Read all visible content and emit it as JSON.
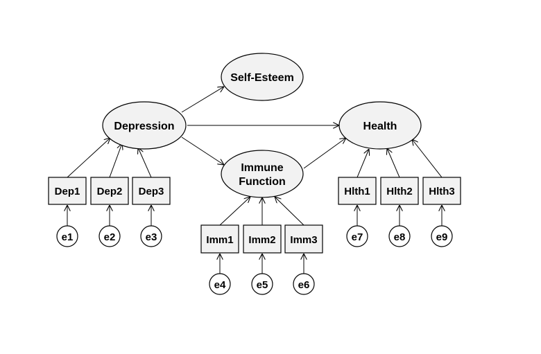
{
  "latent": {
    "self_esteem": "Self-Esteem",
    "depression": "Depression",
    "health": "Health",
    "immune_line1": "Immune",
    "immune_line2": "Function"
  },
  "indicators": {
    "dep1": "Dep1",
    "dep2": "Dep2",
    "dep3": "Dep3",
    "imm1": "Imm1",
    "imm2": "Imm2",
    "imm3": "Imm3",
    "hlth1": "Hlth1",
    "hlth2": "Hlth2",
    "hlth3": "Hlth3"
  },
  "errors": {
    "e1": "e1",
    "e2": "e2",
    "e3": "e3",
    "e4": "e4",
    "e5": "e5",
    "e6": "e6",
    "e7": "e7",
    "e8": "e8",
    "e9": "e9"
  }
}
